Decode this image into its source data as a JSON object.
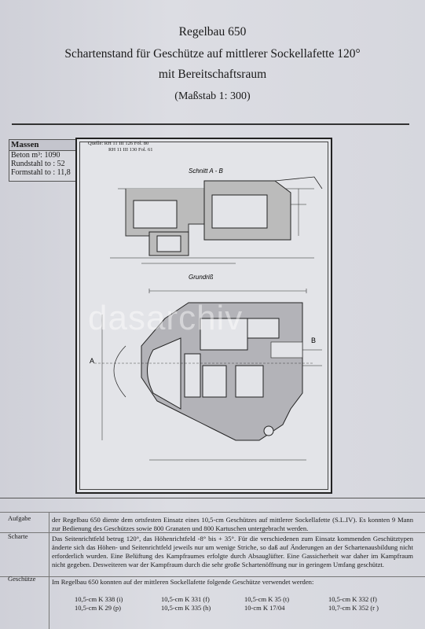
{
  "header": {
    "line1": "Regelbau 650",
    "line2": "Schartenstand für Geschütze auf mittlerer Sockellafette 120°",
    "line3": "mit Bereitschaftsraum",
    "line4": "(Maßstab 1: 300)"
  },
  "massen": {
    "title": "Massen",
    "rows": [
      "Beton      m³: 1090",
      "Rundstahl  to : 52",
      "Formstahl  to : 11,8"
    ]
  },
  "quelle": {
    "line1": "Quelle:   RH 11 III 126 Fol. 80",
    "line2": "RH 11 III 130 Fol. 61"
  },
  "drawing": {
    "section_label": "Schnitt  A - B",
    "plan_label": "Grundriß",
    "marker_a": "A",
    "marker_b": "B",
    "watermark": "dasarchiv"
  },
  "sections": {
    "aufgabe_label": "Aufgabe",
    "aufgabe_text": "der Regelbau 650 diente dem  ortsfesten Einsatz eines 10,5-cm Geschützes auf mittlerer Sockellafette (S.L.IV). Es konnten 9 Mann  zur Bedienung des Geschützes  sowie 800 Granaten und 800 Kartuschen untergebracht werden.",
    "scharte_label": "Scharte",
    "scharte_text": "Das Seitenrichtfeld betrug 120°, das Höhenrichtfeld  -8° bis + 35°. Für die verschiedenen zum Einsatz kommenden Geschütztypen änderte sich das Höhen- und Seitenrichtfeld jeweils nur um wenige Striche, so daß auf Änderungen an der Schartenausbildung nicht erforderlich wurden. Eine Belüftung des Kampfraumes erfolgte durch Absauglüfter. Eine Gassicherheit war daher im Kampfraum nicht gegeben. Desweiteren war der Kampfraum durch die sehr große Schartenöffnung nur in geringem Umfang geschützt.",
    "geschuetze_label": "Geschütze",
    "geschuetze_text": "Im Regelbau 650 konnten auf der mittleren Sockellafette  folgende Geschütze verwendet werden:",
    "guns": [
      "10,5-cm K 338 (i)",
      "10,5-cm K 331 (f)",
      "10,5-cm K 35 (t)",
      "10,5-cm K 332 (f)",
      "10,5-cm K 29 (p)",
      "10,5-cm K 335 (h)",
      "10-cm K 17/04",
      "10,7-cm K 352 (r )"
    ]
  }
}
